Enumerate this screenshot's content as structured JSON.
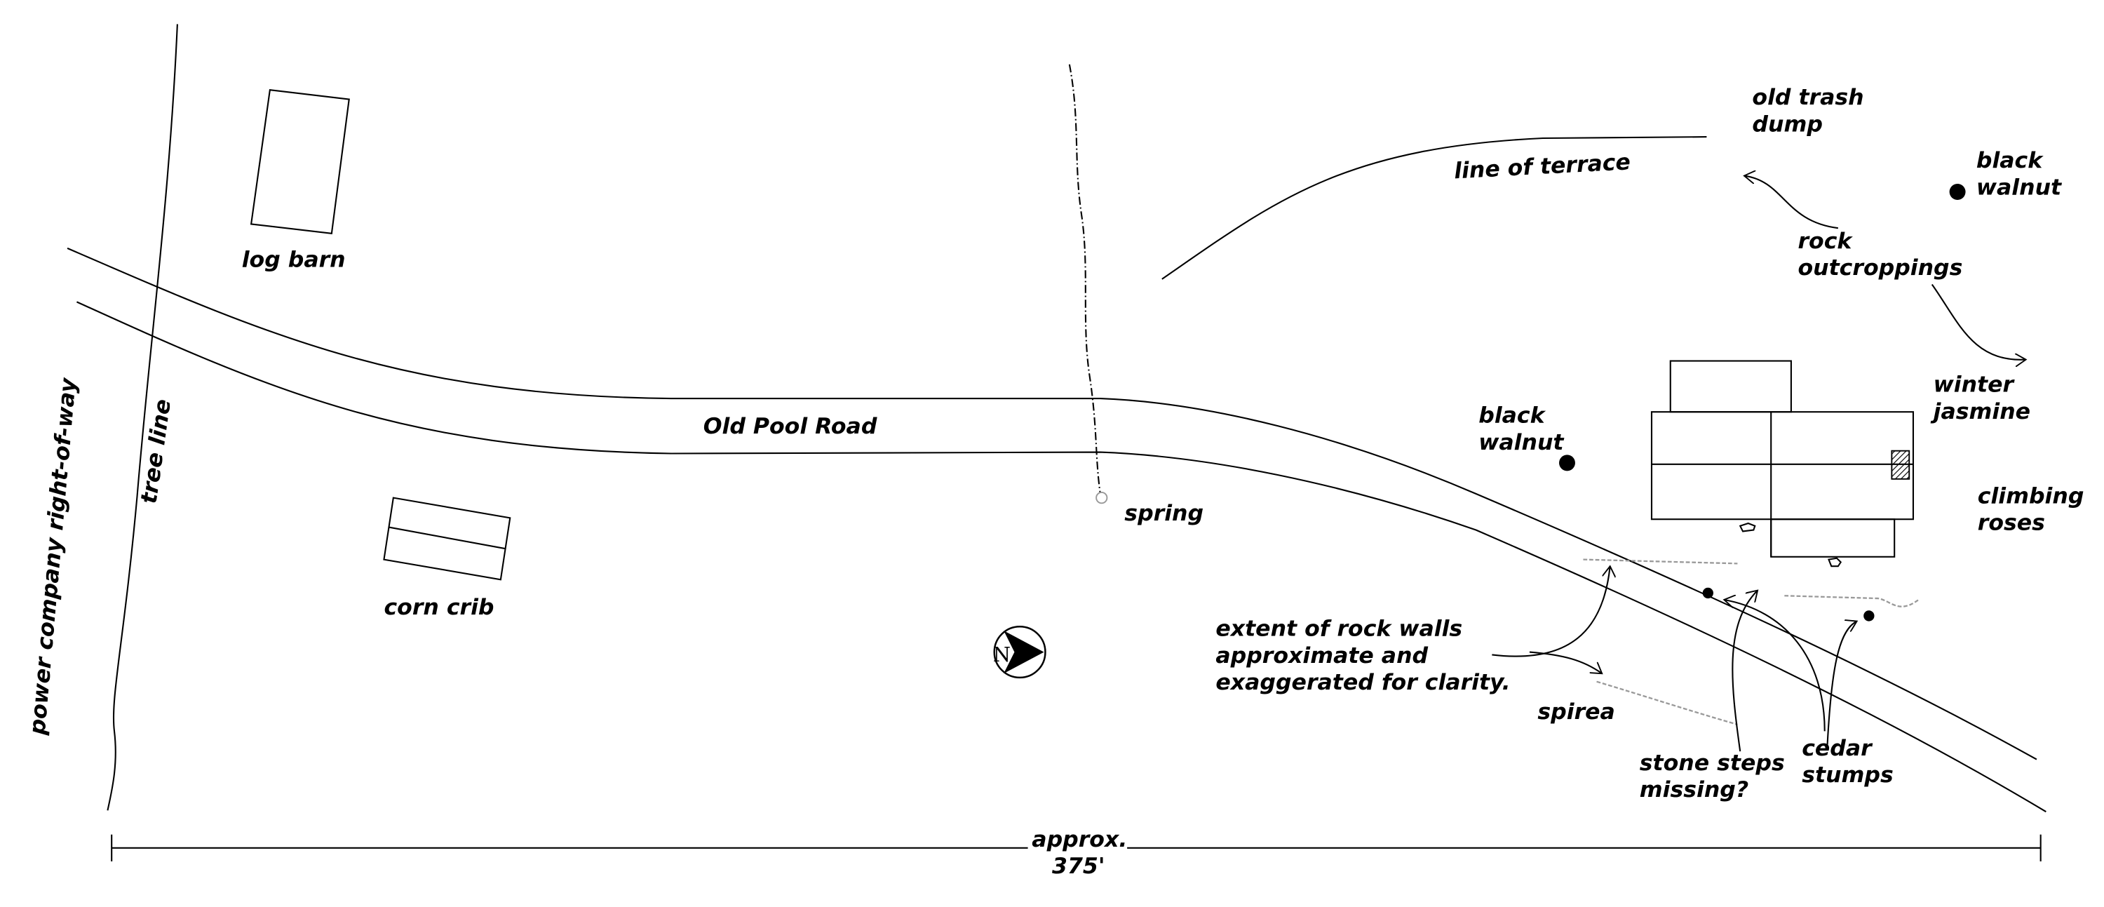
{
  "labels": {
    "log_barn": "log barn",
    "corn_crib": "corn crib",
    "road": "Old Pool Road",
    "spring": "spring",
    "terrace": "line of terrace",
    "trash_dump": [
      "old trash",
      "dump"
    ],
    "black_walnut_1": [
      "black",
      "walnut"
    ],
    "rock_outcroppings": [
      "rock",
      "outcroppings"
    ],
    "winter_jasmine": [
      "winter",
      "jasmine"
    ],
    "climbing_roses": [
      "climbing",
      "roses"
    ],
    "black_walnut_2": [
      "black",
      "walnut"
    ],
    "rock_walls_note": [
      "extent of rock walls",
      "approximate and",
      "exaggerated for clarity."
    ],
    "spirea": "spirea",
    "stone_steps": [
      "stone steps",
      "missing?"
    ],
    "cedar_stumps": [
      "cedar",
      "stumps"
    ],
    "scale": [
      "approx.",
      "375'"
    ],
    "tree_line": "tree line",
    "power_company": "power company right-of-way",
    "north": "N"
  }
}
